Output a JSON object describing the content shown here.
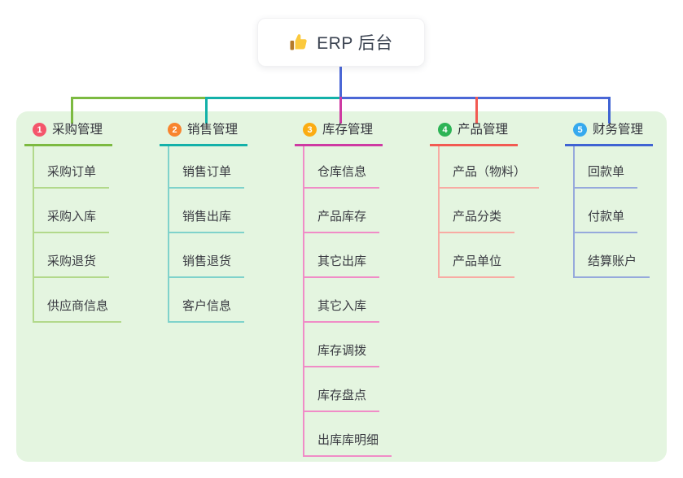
{
  "root": {
    "title": "ERP 后台",
    "icon": "thumbs-up",
    "connector_color": "#4b67d6"
  },
  "panel": {
    "background_color": "#e4f5e0"
  },
  "branches": [
    {
      "number": "1",
      "label": "采购管理",
      "badge_color": "#f4566b",
      "line_color": "#7cba41",
      "child_line_color": "#b2d98b",
      "children": [
        "采购订单",
        "采购入库",
        "采购退货",
        "供应商信息"
      ]
    },
    {
      "number": "2",
      "label": "销售管理",
      "badge_color": "#f8842e",
      "line_color": "#13b1a9",
      "child_line_color": "#7fd2cb",
      "children": [
        "销售订单",
        "销售出库",
        "销售退货",
        "客户信息"
      ]
    },
    {
      "number": "3",
      "label": "库存管理",
      "badge_color": "#fbac12",
      "line_color": "#ce3aa2",
      "child_line_color": "#f08cc7",
      "children": [
        "仓库信息",
        "产品库存",
        "其它出库",
        "其它入库",
        "库存调拨",
        "库存盘点",
        "出库库明细"
      ]
    },
    {
      "number": "4",
      "label": "产品管理",
      "badge_color": "#2db456",
      "line_color": "#f25a52",
      "child_line_color": "#f8aba3",
      "children": [
        "产品（物料）",
        "产品分类",
        "产品单位"
      ]
    },
    {
      "number": "5",
      "label": "财务管理",
      "badge_color": "#36a9ee",
      "line_color": "#3f63d3",
      "child_line_color": "#96a9dc",
      "children": [
        "回款单",
        "付款单",
        "结算账户"
      ]
    }
  ]
}
